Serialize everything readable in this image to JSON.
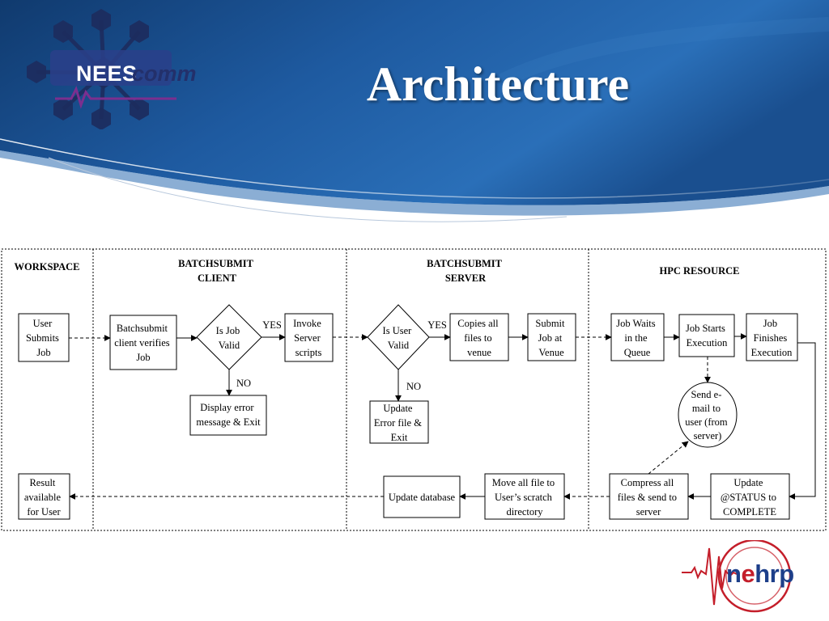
{
  "slide": {
    "title": "Architecture",
    "logo_left": {
      "part1": "NEES",
      "part2": "comm"
    },
    "logo_right": {
      "n": "n",
      "e": "e",
      "rest": "hrp"
    },
    "colors": {
      "header_blue": "#1f5fa8",
      "header_dark": "#133f78",
      "ink": "#000000"
    }
  },
  "diagram": {
    "lanes": {
      "workspace": [
        "WORKSPACE"
      ],
      "client": [
        "BATCHSUBMIT",
        "CLIENT"
      ],
      "server": [
        "BATCHSUBMIT",
        "SERVER"
      ],
      "hpc": [
        "HPC RESOURCE"
      ]
    },
    "boxes": {
      "user_submits": [
        "User",
        "Submits",
        "Job"
      ],
      "client_verifies": [
        "Batchsubmit",
        "client verifies",
        "Job"
      ],
      "invoke_scripts": [
        "Invoke",
        "Server",
        "scripts"
      ],
      "display_error": [
        "Display error",
        "message & Exit"
      ],
      "copies_files": [
        "Copies all",
        "files to",
        "venue"
      ],
      "submit_job": [
        "Submit",
        "Job at",
        "Venue"
      ],
      "update_error": [
        "Update",
        "Error file &",
        "Exit"
      ],
      "job_waits": [
        "Job Waits",
        "in the",
        "Queue"
      ],
      "job_starts": [
        "Job Starts",
        "Execution"
      ],
      "job_finishes": [
        "Job",
        "Finishes",
        "Execution"
      ],
      "update_status": [
        "Update",
        "@STATUS to",
        "COMPLETE"
      ],
      "compress_send": [
        "Compress all",
        "files & send to",
        "server"
      ],
      "move_files": [
        "Move all file to",
        "User’s scratch",
        "directory"
      ],
      "update_db": [
        "Update database"
      ],
      "result_available": [
        "Result",
        "available",
        "for User"
      ]
    },
    "decisions": {
      "is_job_valid": [
        "Is Job",
        "Valid"
      ],
      "is_user_valid": [
        "Is User",
        "Valid"
      ]
    },
    "circle": {
      "send_email": [
        "Send e-",
        "mail to",
        "user (from",
        "server)"
      ]
    },
    "labels": {
      "yes1": "YES",
      "no1": "NO",
      "yes2": "YES",
      "no2": "NO"
    }
  }
}
